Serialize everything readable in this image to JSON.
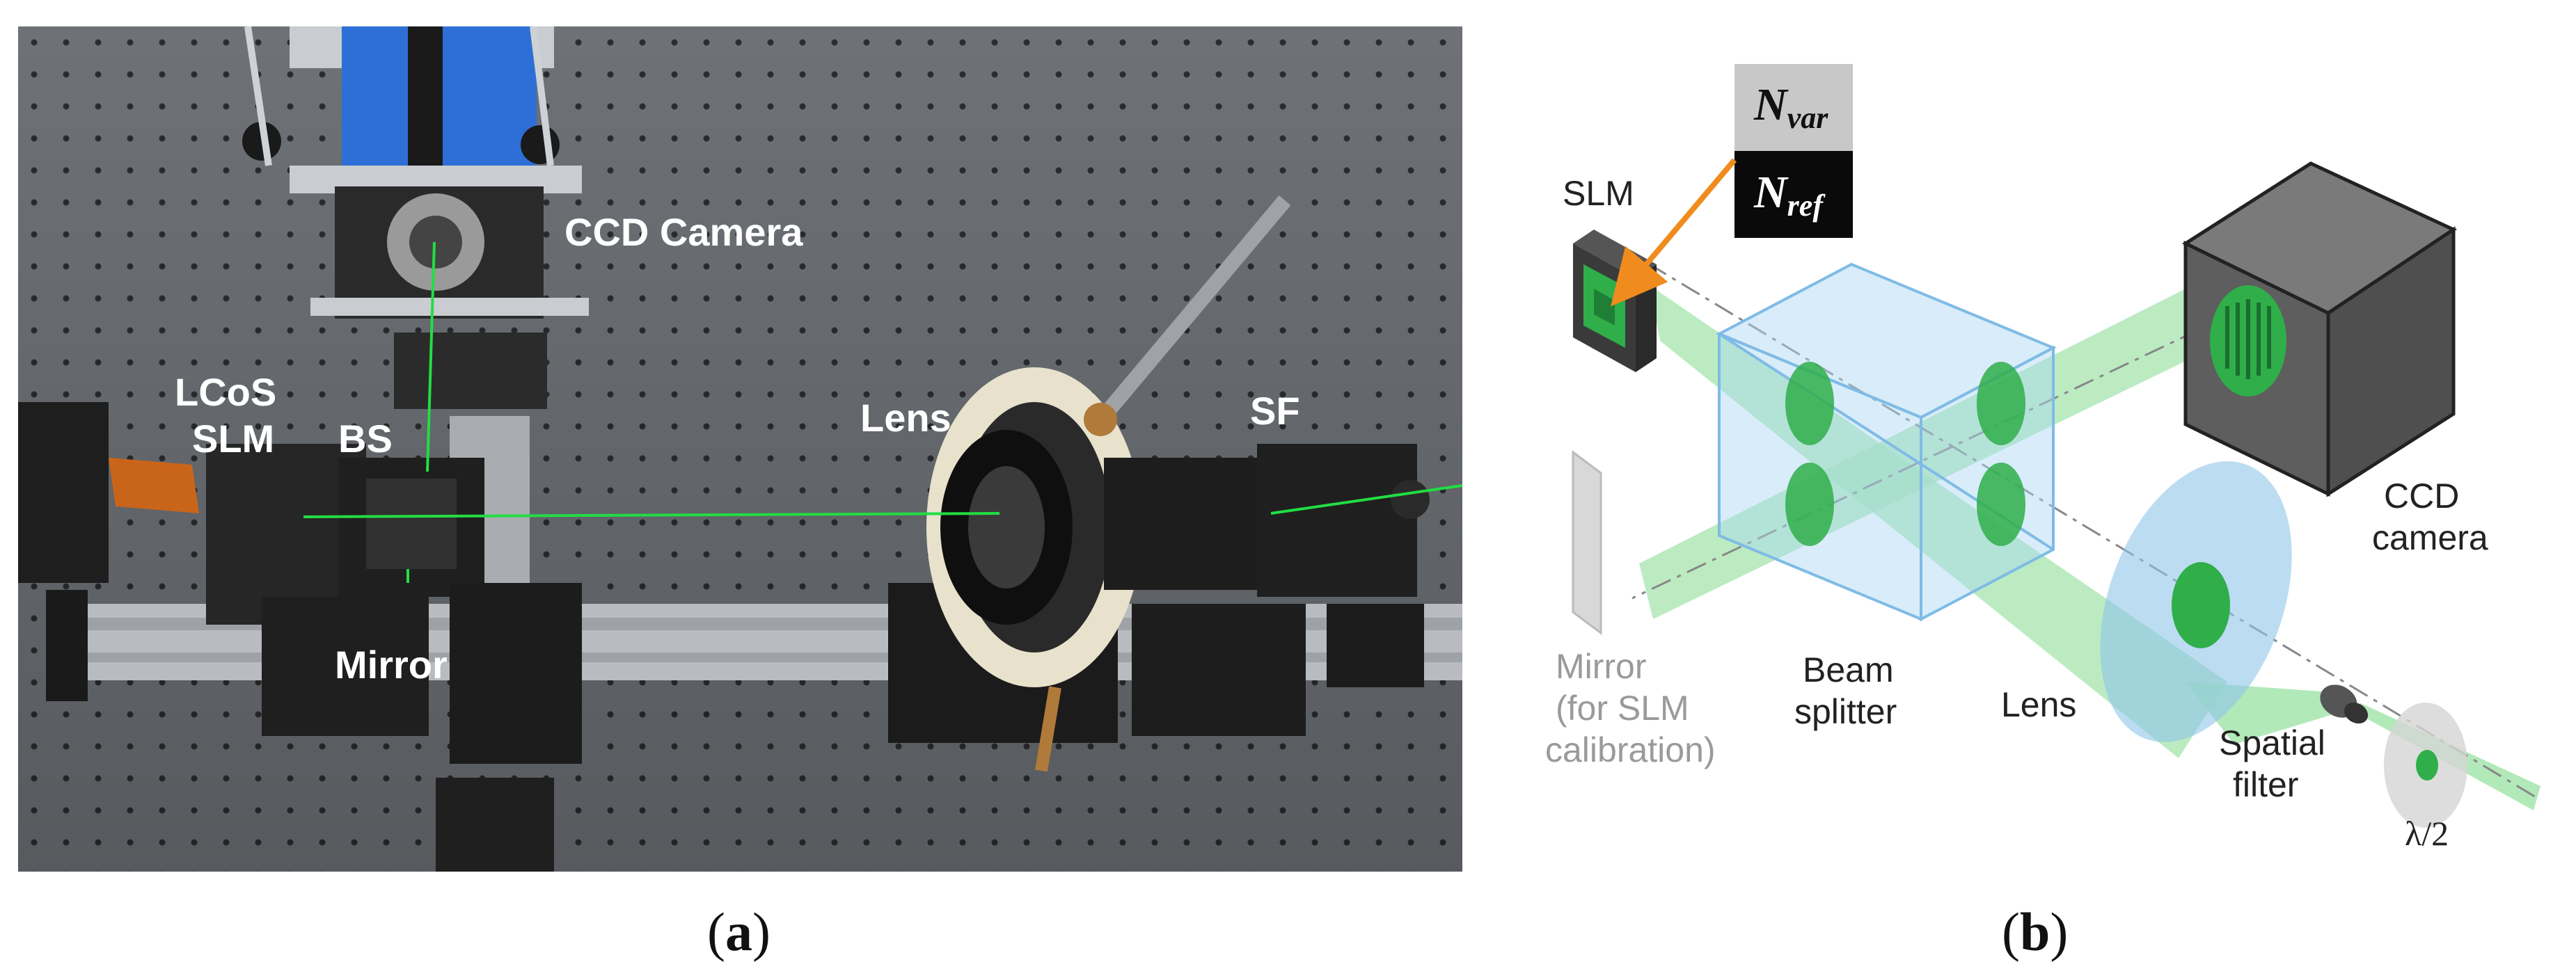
{
  "panel_a": {
    "labels": {
      "ccd_camera": "CCD Camera",
      "lcos": "LCoS",
      "slm": "SLM",
      "bs": "BS",
      "lens": "Lens",
      "sf": "SF",
      "mirror": "Mirror"
    },
    "caption_letter": "a"
  },
  "panel_b": {
    "labels": {
      "slm": "SLM",
      "n_var_main": "N",
      "n_var_sub": "var",
      "n_ref_main": "N",
      "n_ref_sub": "ref",
      "ccd_line1": "CCD",
      "ccd_line2": "camera",
      "mirror_line1": "Mirror",
      "mirror_line2": "(for SLM",
      "mirror_line3": "calibration)",
      "beam_line1": "Beam",
      "beam_line2": "splitter",
      "lens": "Lens",
      "spatial_line1": "Spatial",
      "spatial_line2": "filter",
      "half_wave": "λ/2"
    },
    "caption_letter": "b"
  },
  "colors": {
    "laser_green": "#22dd44",
    "beam_green": "#9fe3a8",
    "cube_blue": "#a9d6f2",
    "lens_blue": "#8fc4ea",
    "dark_box": "#3a3a3a",
    "arrow_orange": "#f08c1e"
  }
}
